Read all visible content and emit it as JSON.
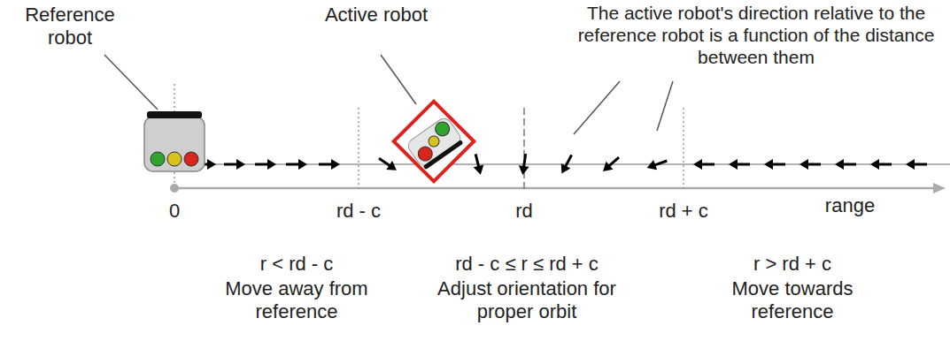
{
  "diagram": {
    "labels": [
      "Reference robot",
      "Active robot",
      "The active robot's direction relative to the reference robot is a function of the distance between them",
      "0",
      "rd - c",
      "rd",
      "rd + c",
      "range",
      "r < rd - c",
      "Move away from reference",
      "rd - c ≤ r ≤ rd + c",
      "Adjust orientation for proper orbit",
      "r > rd + c",
      "Move towards reference"
    ]
  }
}
